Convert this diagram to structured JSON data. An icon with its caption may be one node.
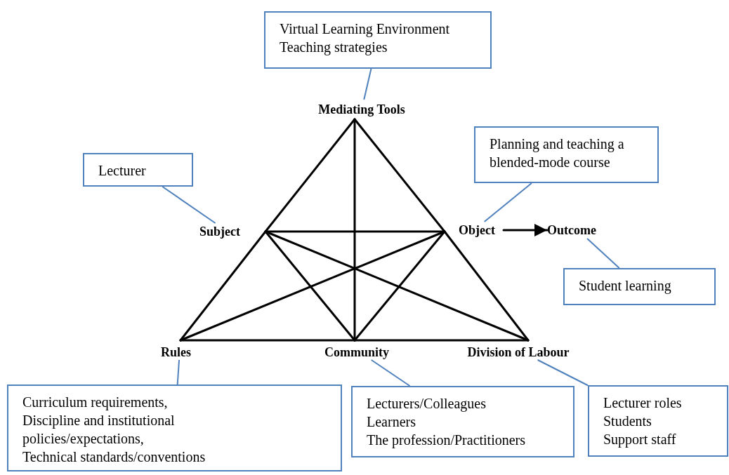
{
  "diagram": {
    "nodes": [
      {
        "text": [
          "Virtual Learning Environment",
          "Teaching strategies"
        ]
      },
      {
        "text": [
          "Mediating Tools"
        ]
      },
      {
        "text": [
          "Lecturer"
        ]
      },
      {
        "text": [
          "Subject"
        ]
      },
      {
        "text": [
          "Planning and teaching a blended-mode course"
        ]
      },
      {
        "text": [
          "Object"
        ]
      },
      {
        "text": [
          "Outcome"
        ]
      },
      {
        "text": [
          "Student learning"
        ]
      },
      {
        "text": [
          "Rules"
        ]
      },
      {
        "text": [
          "Community"
        ]
      },
      {
        "text": [
          "Division of Labour"
        ]
      },
      {
        "text": [
          "Curriculum requirements,",
          "Discipline and institutional policies/expectations,",
          "Technical standards/conventions"
        ]
      },
      {
        "text": [
          "Lecturers/Colleagues",
          "Learners",
          "The profession/Practitioners"
        ]
      },
      {
        "text": [
          "Lecturer roles",
          "Students",
          "Support staff"
        ]
      }
    ],
    "edges": [
      {
        "from": 0,
        "to": 1,
        "arrow": "none",
        "color": "#4f81bd"
      },
      {
        "from": 2,
        "to": 3,
        "arrow": "none",
        "color": "#4f81bd"
      },
      {
        "from": 4,
        "to": 5,
        "arrow": "none",
        "color": "#4f81bd"
      },
      {
        "from": 5,
        "to": 6,
        "arrow": "to"
      },
      {
        "from": 6,
        "to": 7,
        "arrow": "none",
        "color": "#4f81bd"
      },
      {
        "from": 1,
        "to": 3,
        "arrow": "none"
      },
      {
        "from": 3,
        "to": 8,
        "arrow": "none"
      },
      {
        "from": 1,
        "to": 5,
        "arrow": "none"
      },
      {
        "from": 5,
        "to": 10,
        "arrow": "none"
      },
      {
        "from": 8,
        "to": 9,
        "arrow": "none"
      },
      {
        "from": 9,
        "to": 10,
        "arrow": "none"
      },
      {
        "from": 1,
        "to": 9,
        "arrow": "none"
      },
      {
        "from": 3,
        "to": 5,
        "arrow": "none"
      },
      {
        "from": 3,
        "to": 9,
        "arrow": "none"
      },
      {
        "from": 5,
        "to": 9,
        "arrow": "none"
      },
      {
        "from": 3,
        "to": 10,
        "arrow": "none"
      },
      {
        "from": 5,
        "to": 8,
        "arrow": "none"
      },
      {
        "from": 8,
        "to": 11,
        "arrow": "none",
        "color": "#4f81bd"
      },
      {
        "from": 9,
        "to": 12,
        "arrow": "none",
        "color": "#4f81bd"
      },
      {
        "from": 10,
        "to": 13,
        "arrow": "none",
        "color": "#4f81bd"
      }
    ]
  }
}
